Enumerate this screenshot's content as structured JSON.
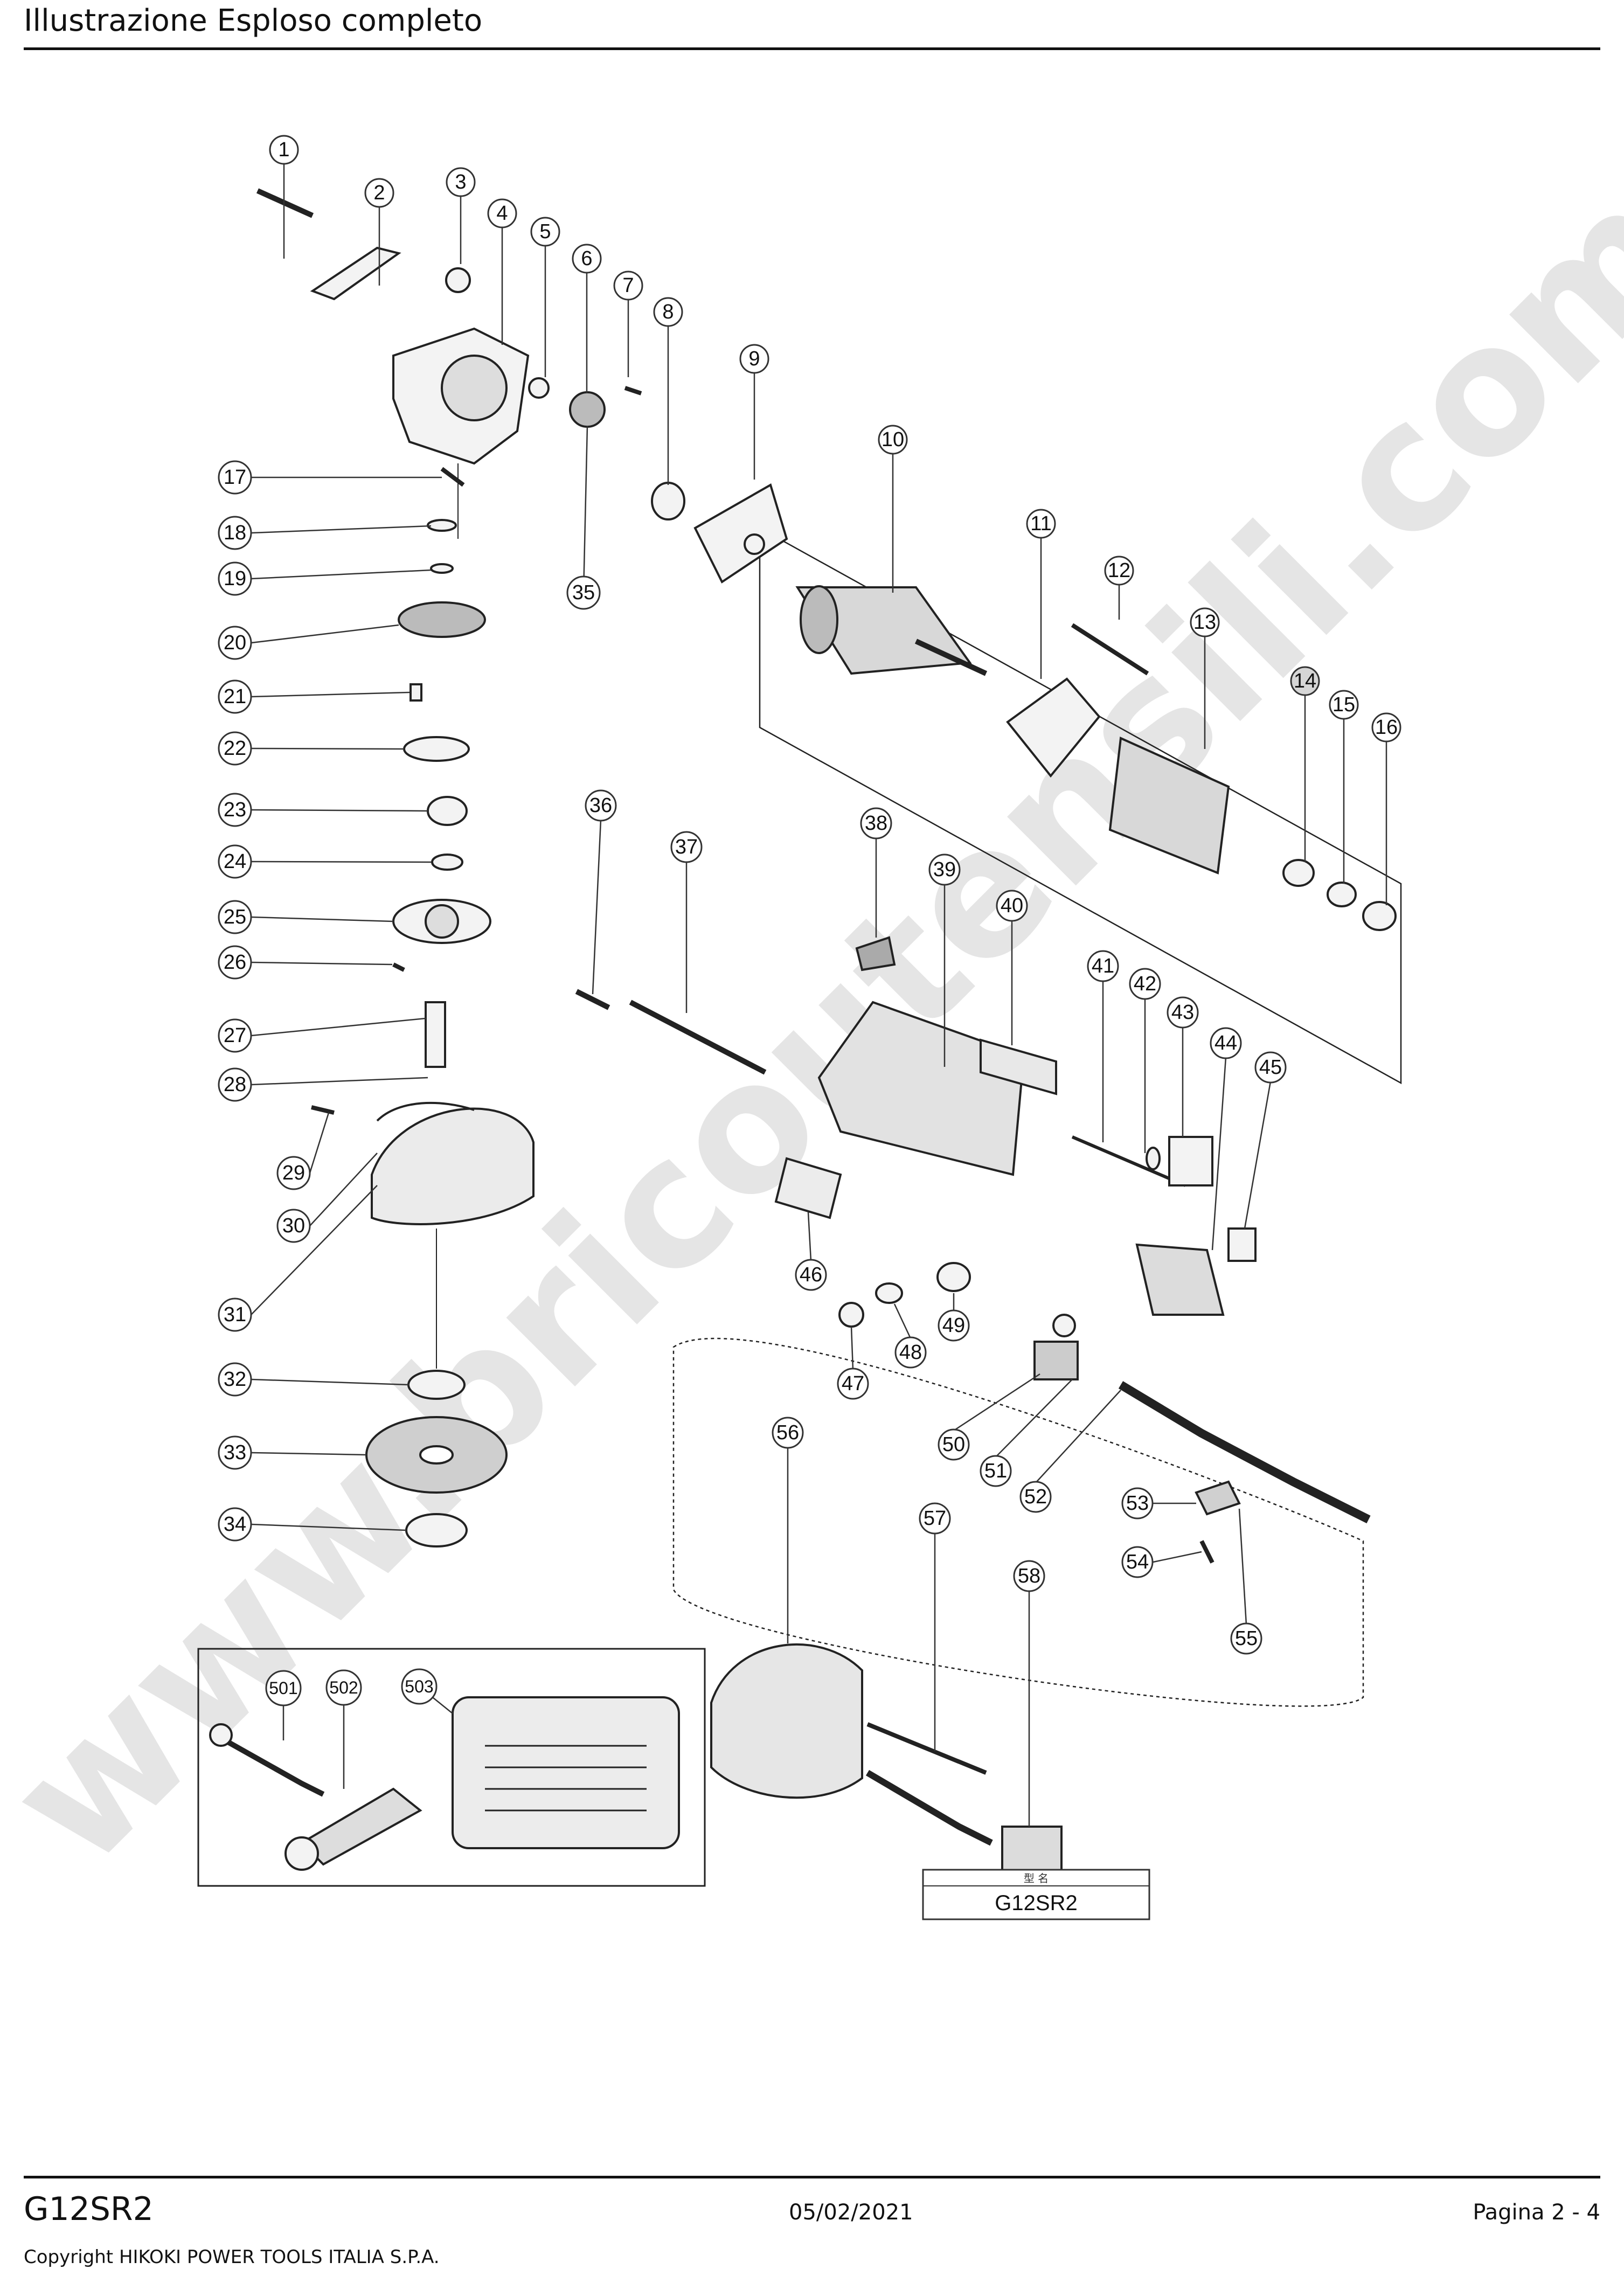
{
  "header": {
    "title": "Illustrazione  Esploso completo"
  },
  "watermark": {
    "text": "www.bricoutensili.com",
    "color": "#cfcfcf"
  },
  "parts": [
    {
      "id": "1",
      "n": "1"
    },
    {
      "id": "2",
      "n": "2"
    },
    {
      "id": "3",
      "n": "3"
    },
    {
      "id": "4",
      "n": "4"
    },
    {
      "id": "5",
      "n": "5"
    },
    {
      "id": "6",
      "n": "6"
    },
    {
      "id": "7",
      "n": "7"
    },
    {
      "id": "8",
      "n": "8"
    },
    {
      "id": "9",
      "n": "9"
    },
    {
      "id": "10",
      "n": "10"
    },
    {
      "id": "11",
      "n": "11"
    },
    {
      "id": "12",
      "n": "12"
    },
    {
      "id": "13",
      "n": "13"
    },
    {
      "id": "14",
      "n": "14"
    },
    {
      "id": "15",
      "n": "15"
    },
    {
      "id": "16",
      "n": "16"
    },
    {
      "id": "17",
      "n": "17"
    },
    {
      "id": "18",
      "n": "18"
    },
    {
      "id": "19",
      "n": "19"
    },
    {
      "id": "20",
      "n": "20"
    },
    {
      "id": "21",
      "n": "21"
    },
    {
      "id": "22",
      "n": "22"
    },
    {
      "id": "23",
      "n": "23"
    },
    {
      "id": "24",
      "n": "24"
    },
    {
      "id": "25",
      "n": "25"
    },
    {
      "id": "26",
      "n": "26"
    },
    {
      "id": "27",
      "n": "27"
    },
    {
      "id": "28",
      "n": "28"
    },
    {
      "id": "29",
      "n": "29"
    },
    {
      "id": "30",
      "n": "30"
    },
    {
      "id": "31",
      "n": "31"
    },
    {
      "id": "32",
      "n": "32"
    },
    {
      "id": "33",
      "n": "33"
    },
    {
      "id": "34",
      "n": "34"
    },
    {
      "id": "35",
      "n": "35"
    },
    {
      "id": "36",
      "n": "36"
    },
    {
      "id": "37",
      "n": "37"
    },
    {
      "id": "38",
      "n": "38"
    },
    {
      "id": "39",
      "n": "39"
    },
    {
      "id": "40",
      "n": "40"
    },
    {
      "id": "41",
      "n": "41"
    },
    {
      "id": "42",
      "n": "42"
    },
    {
      "id": "43",
      "n": "43"
    },
    {
      "id": "44",
      "n": "44"
    },
    {
      "id": "45",
      "n": "45"
    },
    {
      "id": "46",
      "n": "46"
    },
    {
      "id": "47",
      "n": "47"
    },
    {
      "id": "48",
      "n": "48"
    },
    {
      "id": "49",
      "n": "49"
    },
    {
      "id": "50",
      "n": "50"
    },
    {
      "id": "51",
      "n": "51"
    },
    {
      "id": "52",
      "n": "52"
    },
    {
      "id": "53",
      "n": "53"
    },
    {
      "id": "54",
      "n": "54"
    },
    {
      "id": "55",
      "n": "55"
    },
    {
      "id": "56",
      "n": "56"
    },
    {
      "id": "57",
      "n": "57"
    },
    {
      "id": "58",
      "n": "58"
    },
    {
      "id": "501",
      "n": "501"
    },
    {
      "id": "502",
      "n": "502"
    },
    {
      "id": "503",
      "n": "503"
    }
  ],
  "model_box": {
    "caption": "型 名",
    "model": "G12SR2"
  },
  "footer": {
    "model": "G12SR2",
    "date": "05/02/2021",
    "page": "Pagina 2 - 4",
    "copyright": "Copyright HIKOKI POWER TOOLS ITALIA S.P.A."
  }
}
